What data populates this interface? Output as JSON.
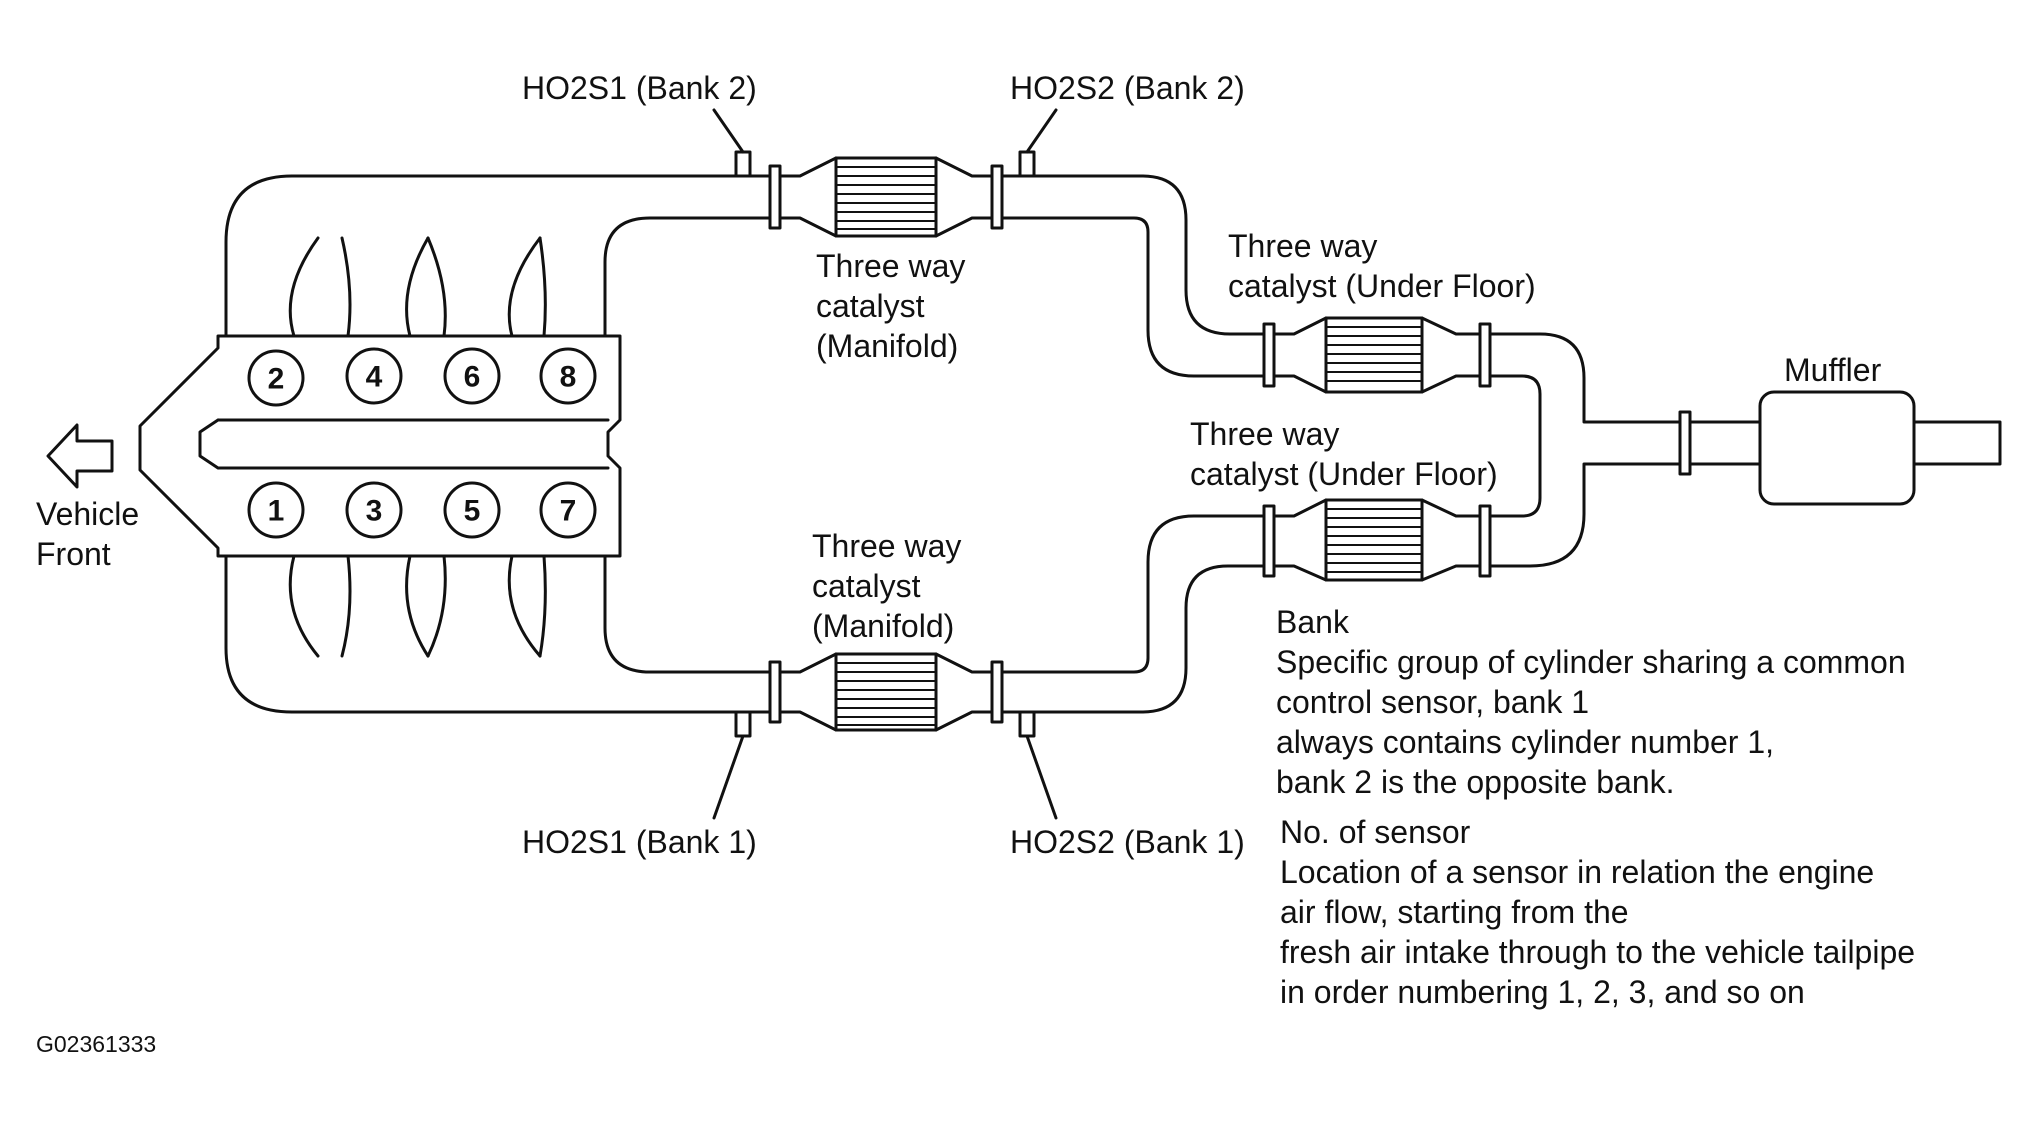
{
  "labels": {
    "ho2s1_bank2": "HO2S1 (Bank 2)",
    "ho2s2_bank2": "HO2S2 (Bank 2)",
    "ho2s1_bank1": "HO2S1 (Bank 1)",
    "ho2s2_bank1": "HO2S2 (Bank 1)",
    "manifold_cat_top": [
      "Three way",
      "catalyst",
      "(Manifold)"
    ],
    "manifold_cat_bottom": [
      "Three way",
      "catalyst",
      "(Manifold)"
    ],
    "underfloor_cat_top": [
      "Three way",
      "catalyst (Under Floor)"
    ],
    "underfloor_cat_bottom": [
      "Three way",
      "catalyst (Under Floor)"
    ],
    "muffler": "Muffler",
    "vehicle_front": [
      "Vehicle",
      "Front"
    ],
    "figure_id": "G02361333"
  },
  "cylinders": {
    "bank2_row": [
      "2",
      "4",
      "6",
      "8"
    ],
    "bank1_row": [
      "1",
      "3",
      "5",
      "7"
    ]
  },
  "definitions": {
    "bank": {
      "title": "Bank",
      "lines": [
        "Specific group of cylinder sharing a common",
        "control sensor, bank 1",
        "always contains cylinder number 1,",
        "bank 2 is the opposite bank."
      ]
    },
    "sensor_number": {
      "title": "No. of sensor",
      "lines": [
        "Location of a sensor in relation the engine",
        "air flow, starting from the",
        "fresh air intake through to the vehicle tailpipe",
        "in order numbering 1, 2, 3, and so on"
      ]
    }
  }
}
